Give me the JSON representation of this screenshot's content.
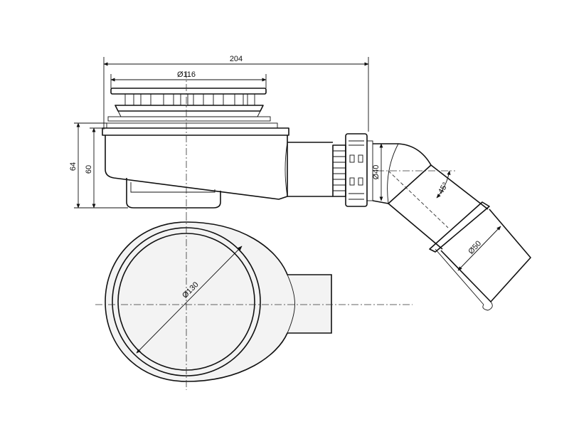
{
  "drawing": {
    "subject": "shower-drain-siphon",
    "stroke_color": "#111111",
    "background_color": "#ffffff"
  },
  "dimensions": {
    "overall_width": "204",
    "grate_diameter": "Ø116",
    "body_height_total": "64",
    "body_height_outlet": "60",
    "outlet_diameter": "Ø40",
    "elbow_angle": "45°",
    "pipe_diameter": "Ø50",
    "bowl_diameter": "Ø130"
  }
}
